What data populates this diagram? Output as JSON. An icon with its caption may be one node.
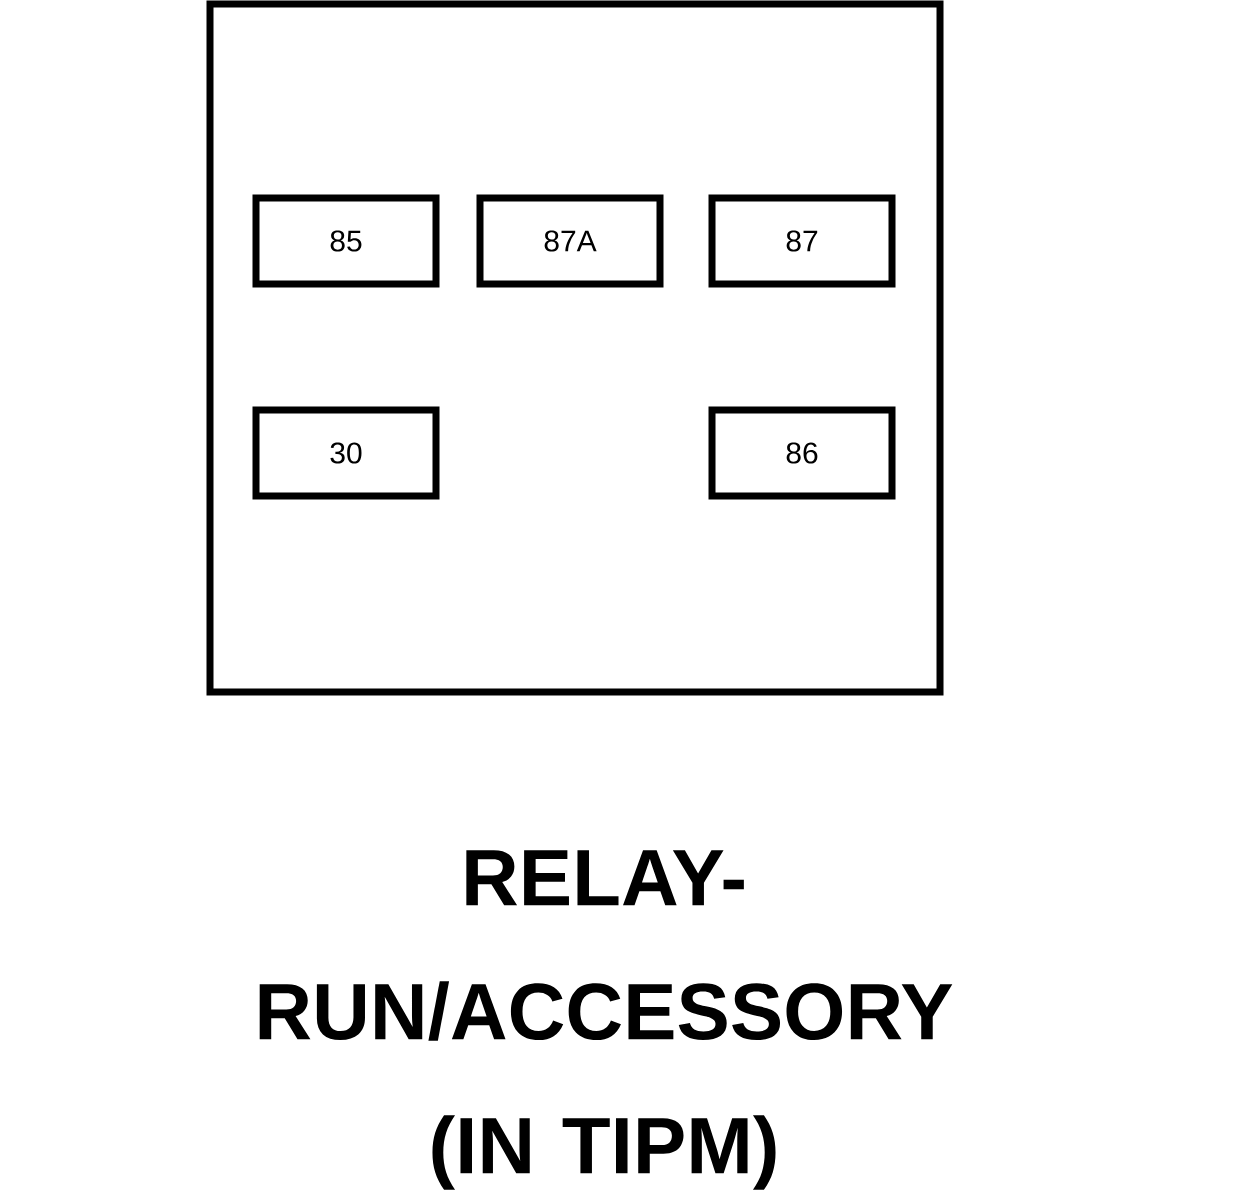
{
  "diagram": {
    "caption": "RELAY- RUN/ACCESSORY (IN TIPM)",
    "nodes": [
      {
        "text": [],
        "shape": "box"
      },
      {
        "text": [
          "85"
        ],
        "in": 0
      },
      {
        "text": [
          "87A"
        ],
        "in": 0
      },
      {
        "text": [
          "87"
        ],
        "in": 0
      },
      {
        "text": [
          "30"
        ],
        "in": 0
      },
      {
        "text": [
          "86"
        ],
        "in": 0
      }
    ]
  }
}
